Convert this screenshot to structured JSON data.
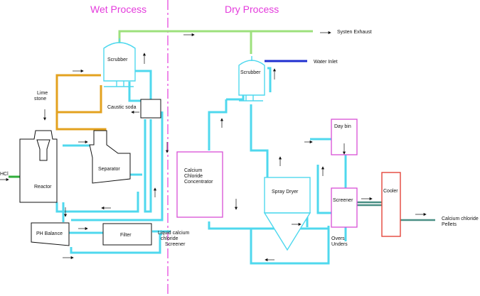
{
  "headers": {
    "wet": "Wet Process",
    "dry": "Dry Process"
  },
  "labels": {
    "scrubber_wet": "Scrubber",
    "scrubber_dry": "Scrubber",
    "system_exhaust": "Systen Exhaust",
    "water_inlet": "Water Inlet",
    "limestone_1": "Lime",
    "limestone_2": "stone",
    "caustic_soda": "Caustic soda",
    "hcl": "HCl",
    "reactor": "Reactor",
    "separator": "Separator",
    "ph_balance": "PH Balance",
    "filter": "Filter",
    "liquid_1": "Liquid calcium",
    "liquid_2": "chloride",
    "liquid_3": "Screener",
    "concentrator_1": "Calcium",
    "concentrator_2": "Chloride",
    "concentrator_3": "Concentrator",
    "spray_dryer": "Spray Dryer",
    "day_bin": "Day bin",
    "screener": "Screener",
    "cooler": "Cooler",
    "overs": "Overs",
    "unders": "Unders",
    "pellets_1": "Calcium chloride",
    "pellets_2": "Pellets"
  },
  "colors": {
    "liquid_line": "#4fd8ee",
    "exhaust_line": "#9de07c",
    "gas_line": "#e3a21f",
    "water_line": "#1f2fd0",
    "hcl_line": "#2fae3a",
    "equipment_magenta": "#d84fd6",
    "cooler_red": "#e4453a",
    "pellet_line": "#4a8f85",
    "divider": "#e43bdc"
  }
}
